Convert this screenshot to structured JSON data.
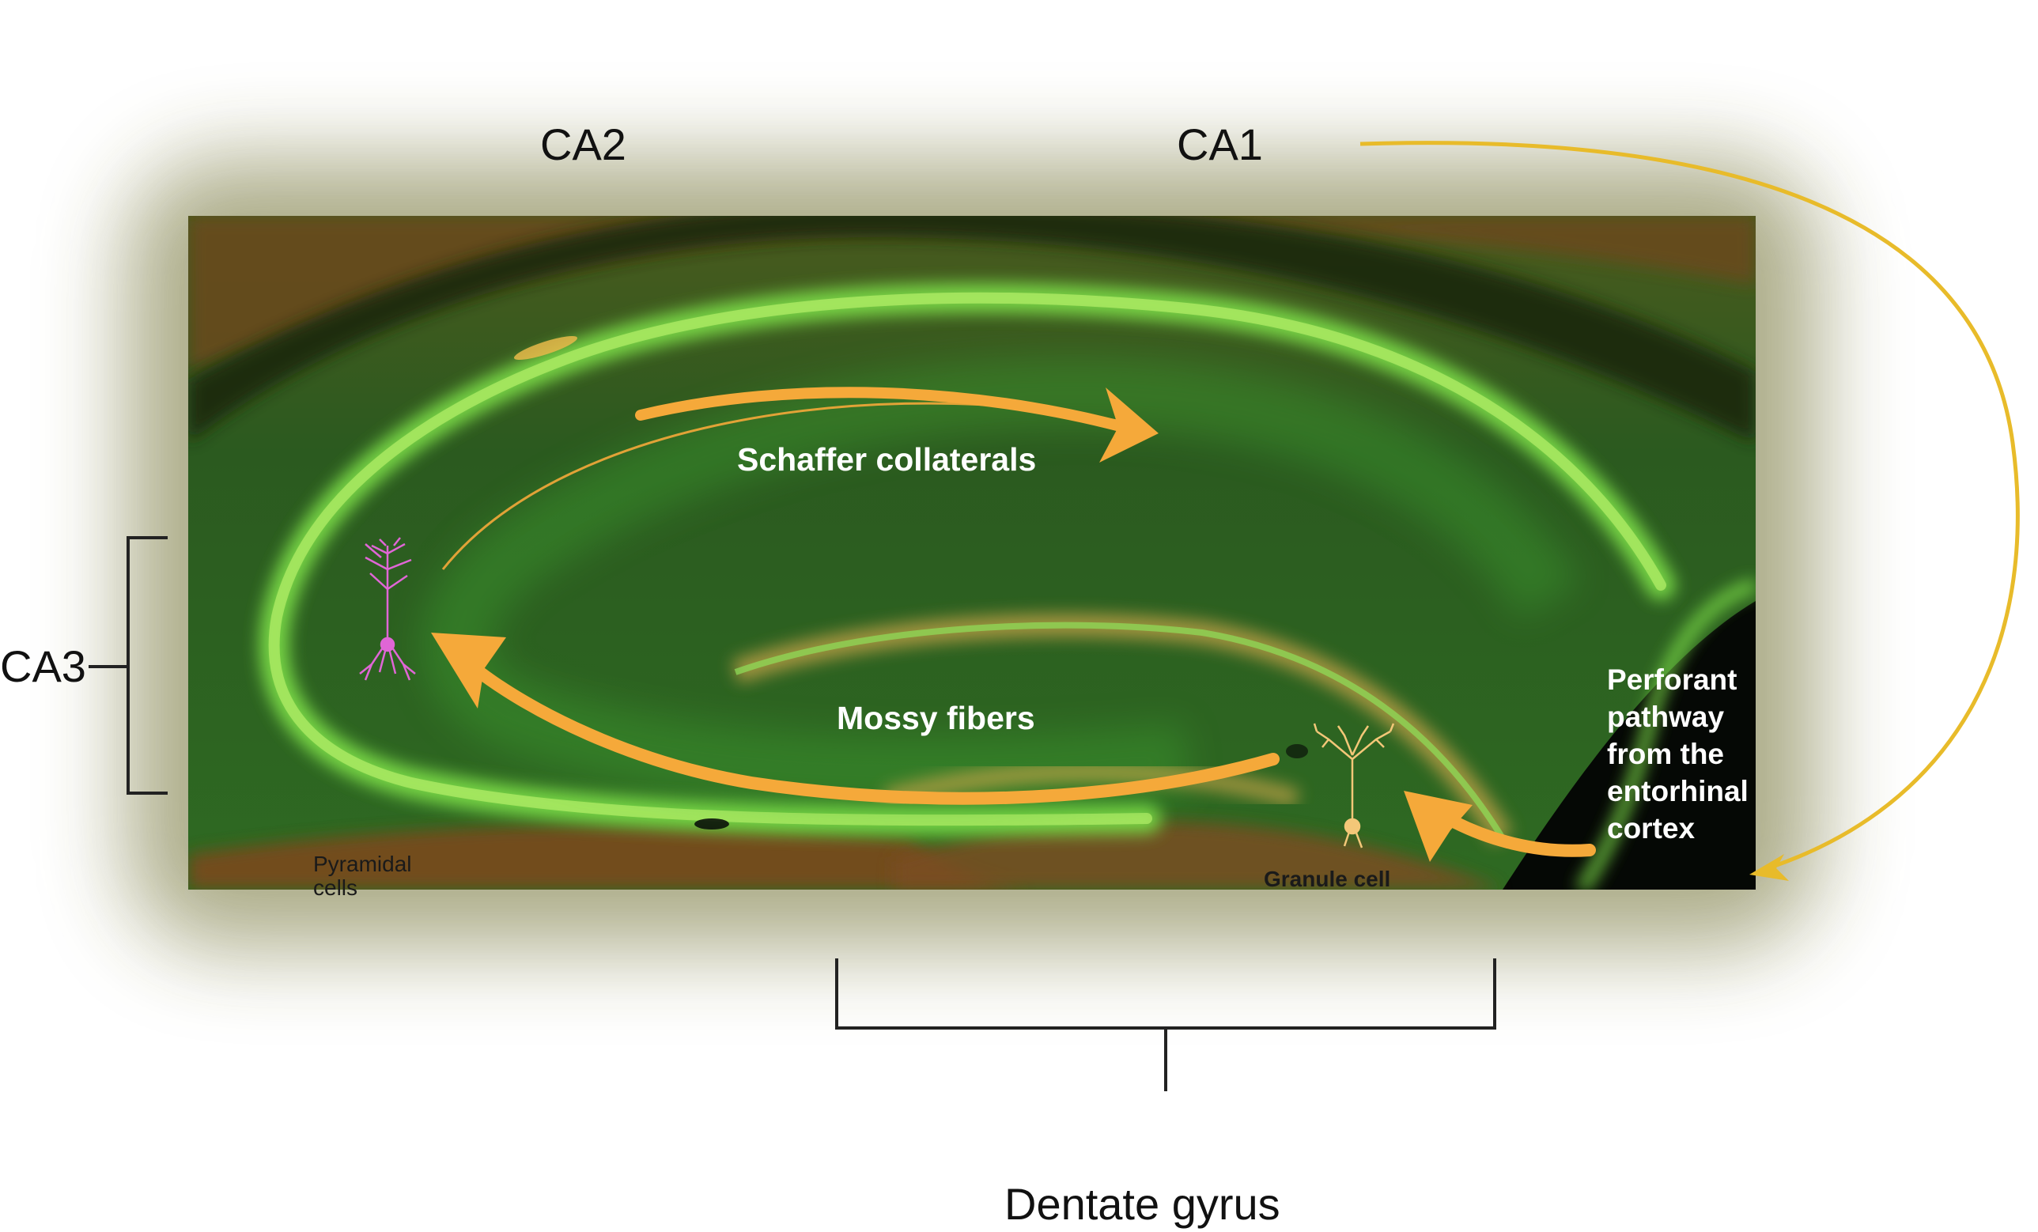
{
  "regions": {
    "ca2": "CA2",
    "ca1": "CA1",
    "ca3": "CA3",
    "dentate_gyrus": "Dentate gyrus"
  },
  "pathways": {
    "schaffer": "Schaffer collaterals",
    "mossy": "Mossy fibers",
    "perforant_lines": [
      "Perforant",
      "pathway",
      "from the",
      "entorhinal",
      "cortex"
    ]
  },
  "cells": {
    "pyramidal_lines": [
      "Pyramidal",
      "cells"
    ],
    "granule": "Granule cell"
  },
  "colors": {
    "arrow": "#f5a93a",
    "external_arrow": "#e8bb2a",
    "pyramidal_neuron": "#e066d6",
    "granule_neuron": "#f3c778",
    "bracket": "#222222",
    "tissue_green": "#2f7a2a",
    "cell_layer_green": "#7ee04a"
  }
}
